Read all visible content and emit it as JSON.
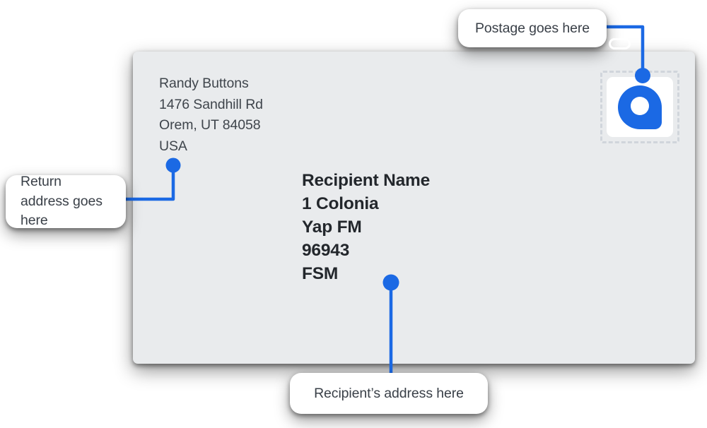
{
  "palette": {
    "accent-blue": "#1B69E4",
    "envelope-bg": "#E9EBED",
    "callout-bg": "#FFFFFF",
    "callout-text": "#3A4048",
    "return-text": "#3F454C",
    "recipient-text": "#23272C",
    "perforation": "#D0D5DB",
    "stamp-bg": "#FFFFFF"
  },
  "envelope": {
    "return_address": {
      "lines": [
        "Randy Buttons",
        "1476 Sandhill Rd",
        "Orem, UT 84058",
        "USA"
      ]
    },
    "recipient_address": {
      "lines": [
        "Recipient Name",
        "1 Colonia",
        "Yap FM",
        "96943",
        "FSM"
      ]
    },
    "stamp": {
      "icon": "location-pin-logo"
    }
  },
  "callouts": {
    "postage": {
      "label": "Postage goes here"
    },
    "return_address": {
      "label": "Return address goes here"
    },
    "recipient": {
      "label": "Recipient’s address here"
    }
  }
}
